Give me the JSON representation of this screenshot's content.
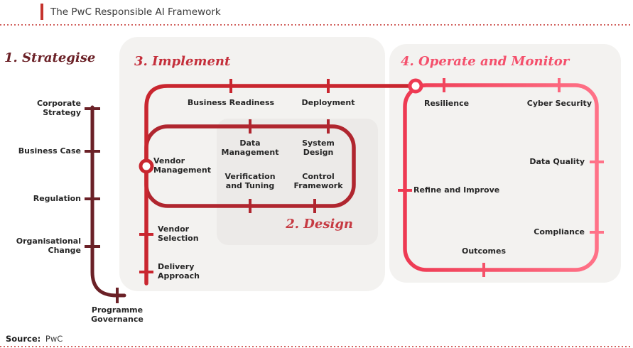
{
  "header": {
    "title": "The PwC Responsible AI Framework"
  },
  "diagram": {
    "strategise": {
      "heading": "1. Strategise",
      "nodes": [
        "Corporate Strategy",
        "Business Case",
        "Regulation",
        "Organisational Change",
        "Programme Governance"
      ]
    },
    "implement": {
      "heading": "3. Implement",
      "nodes": [
        "Business Readiness",
        "Deployment",
        "Vendor Management",
        "Vendor Selection",
        "Delivery Approach"
      ]
    },
    "design": {
      "heading": "2. Design",
      "nodes": [
        "Data Management",
        "System Design",
        "Verification and Tuning",
        "Control Framework"
      ]
    },
    "operate": {
      "heading": "4. Operate and Monitor",
      "nodes": [
        "Resilience",
        "Cyber Security",
        "Data Quality",
        "Refine and Improve",
        "Compliance",
        "Outcomes"
      ]
    }
  },
  "footer": {
    "source_label": "Source:",
    "source_value": "PwC"
  },
  "colors": {
    "strategise": "#6b2127",
    "implement": "#c9262f",
    "design": "#b0262f",
    "operate_start": "#ee3a53",
    "operate_end": "#ff7288",
    "panel_gray": "#f3f2f0",
    "inner_panel_gray": "#eceae8",
    "accent_bar": "#c5332d",
    "dotted_rule": "#d2625f",
    "label_text": "#262626"
  }
}
